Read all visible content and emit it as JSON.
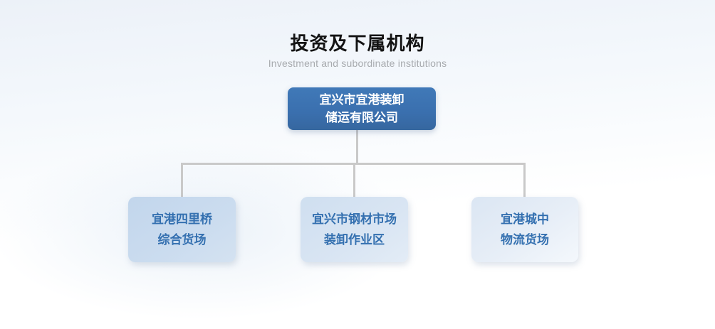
{
  "header": {
    "title": "投资及下属机构",
    "subtitle": "Investment and subordinate institutions"
  },
  "org": {
    "root": {
      "line1": "宜兴市宜港装卸",
      "line2": "储运有限公司"
    },
    "children": [
      {
        "line1": "宜港四里桥",
        "line2": "综合货场"
      },
      {
        "line1": "宜兴市钢材市场",
        "line2": "装卸作业区"
      },
      {
        "line1": "宜港城中",
        "line2": "物流货场"
      }
    ]
  },
  "colors": {
    "root_bg": "#3b72b3",
    "root_text": "#ffffff",
    "child_text": "#3470b0",
    "child_bg_1": "#c6d9ed",
    "child_bg_2": "#d4e2f1",
    "child_bg_3": "#e2eaf4",
    "connector": "#c9c9c9",
    "title_text": "#141414",
    "subtitle_text": "#a7aaae"
  }
}
